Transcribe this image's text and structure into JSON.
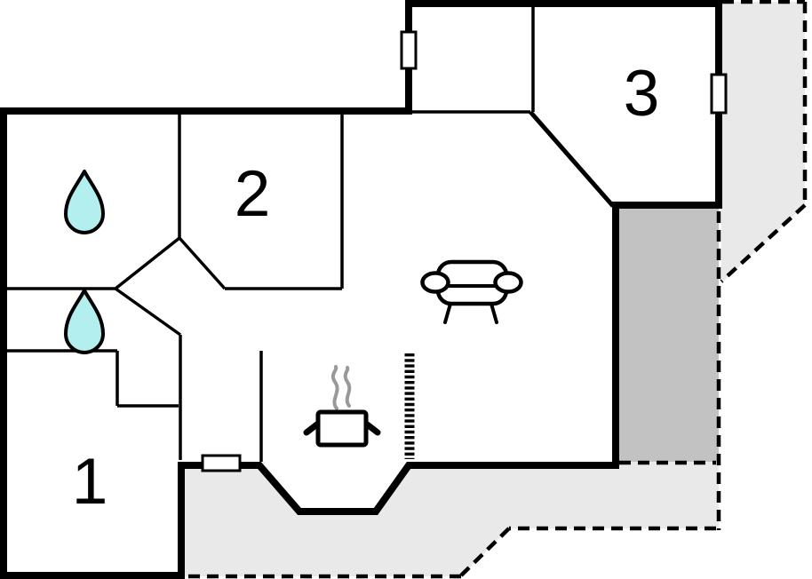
{
  "diagram": {
    "type": "floor-plan",
    "rooms": [
      {
        "id": "room-1",
        "label": "1"
      },
      {
        "id": "room-2",
        "label": "2"
      },
      {
        "id": "room-3",
        "label": "3"
      }
    ],
    "icons": [
      {
        "name": "water-drop-icon",
        "count": 2
      },
      {
        "name": "sofa-icon",
        "count": 1
      },
      {
        "name": "cooking-pot-icon",
        "count": 1
      },
      {
        "name": "steam-icon",
        "count": 1
      }
    ],
    "openings": {
      "windows": 2,
      "doors": 1
    },
    "colors": {
      "wall": "#000000",
      "interior_fill": "#ffffff",
      "water_drop": "#b3efef",
      "terrace_light": "#e9e9e9",
      "terrace_dark": "#c2c2c2",
      "steam": "#999999"
    }
  }
}
